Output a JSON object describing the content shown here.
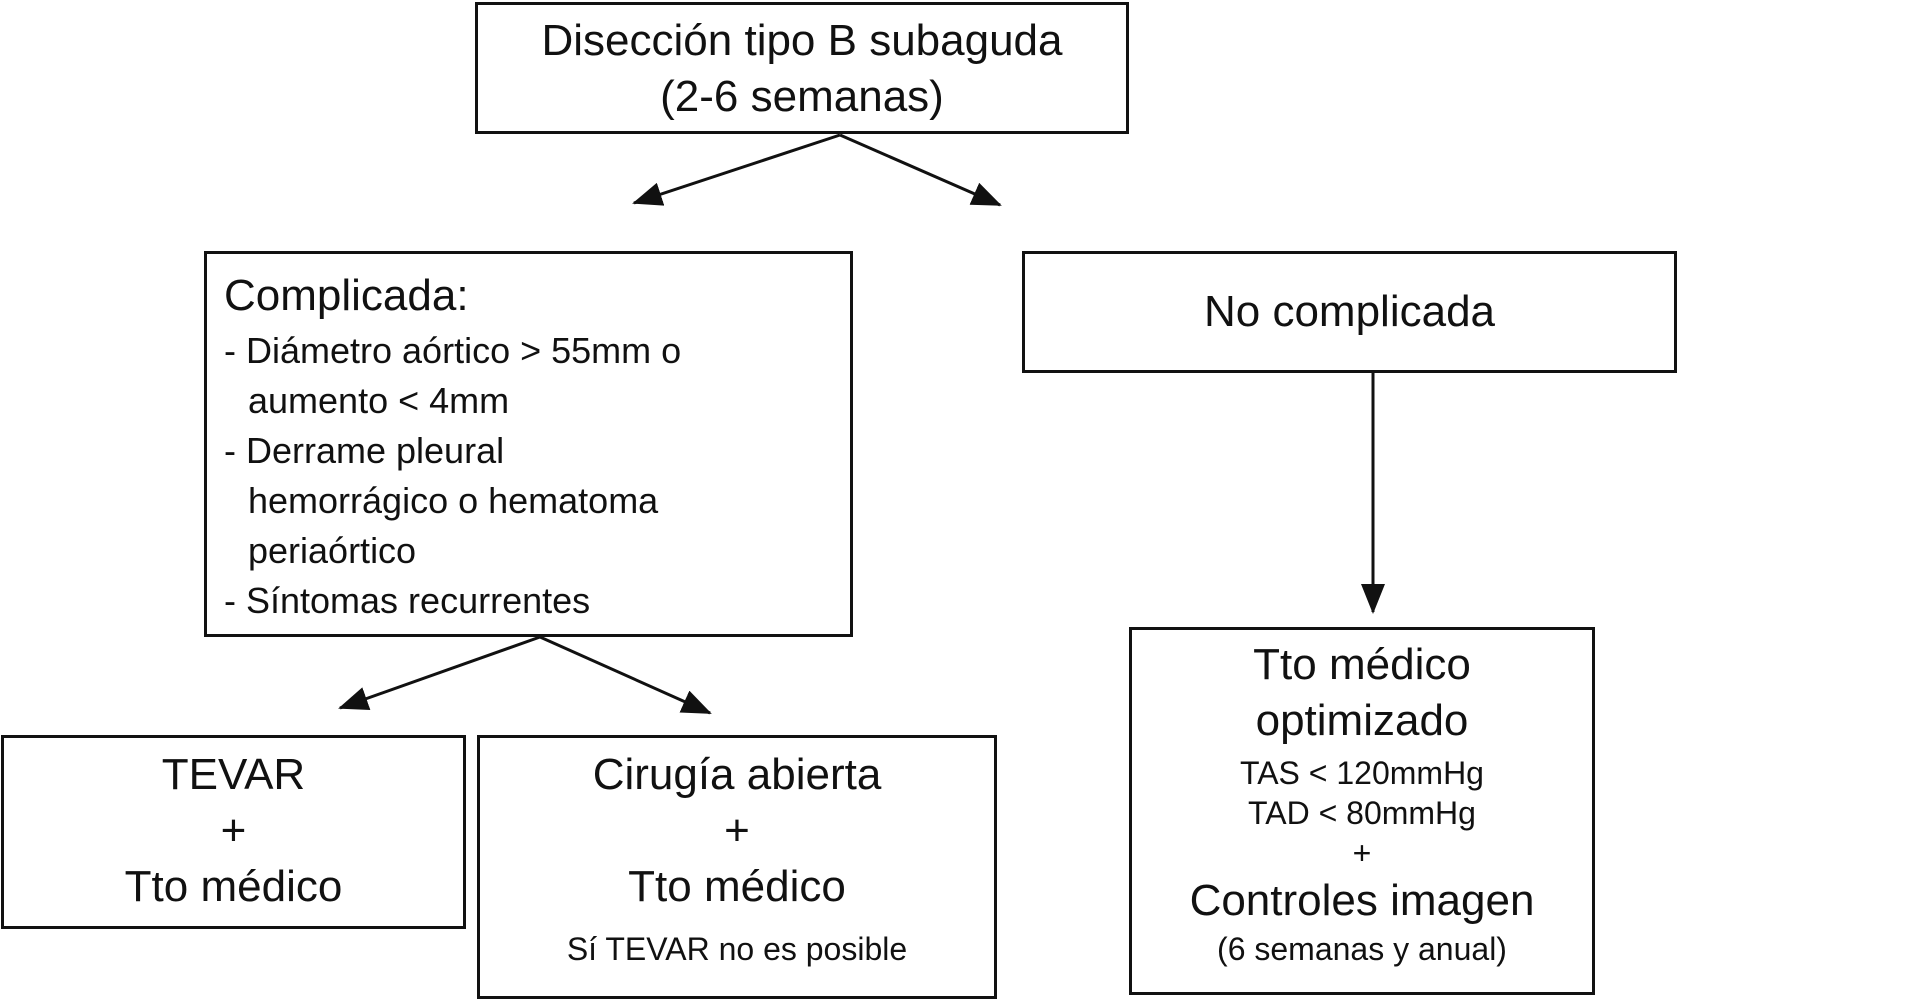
{
  "diagram": {
    "root": {
      "lines": [
        "Disección tipo B subaguda",
        "(2-6 semanas)"
      ]
    },
    "complicated": {
      "title": "Complicada:",
      "criteria": [
        {
          "lines": [
            "- Diámetro aórtico > 55mm o",
            "aumento < 4mm"
          ]
        },
        {
          "lines": [
            "- Derrame pleural",
            "hemorrágico o hematoma",
            "periaórtico"
          ]
        },
        {
          "lines": [
            "- Síntomas recurrentes"
          ]
        }
      ]
    },
    "uncomplicated": {
      "label": "No complicada"
    },
    "tevar_option": {
      "lines": [
        "TEVAR",
        "+",
        "Tto médico"
      ]
    },
    "open_surgery_option": {
      "lines": [
        "Cirugía abierta",
        "+",
        "Tto médico"
      ],
      "note": "Sí TEVAR no es posible"
    },
    "medical_treatment": {
      "title_lines": [
        "Tto médico",
        "optimizado"
      ],
      "targets": [
        "TAS < 120mmHg",
        "TAD < 80mmHg"
      ],
      "plus": "+",
      "imaging": "Controles imagen",
      "imaging_schedule": "(6 semanas y anual)"
    }
  },
  "colors": {
    "line": "#111111",
    "background": "#ffffff"
  }
}
